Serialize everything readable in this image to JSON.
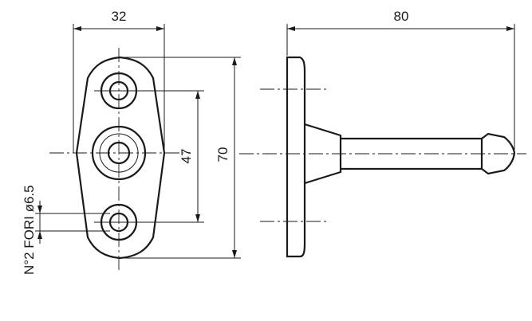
{
  "dimensions": {
    "width_top": "32",
    "length_side": "80",
    "hole_spacing": "47",
    "overall_height": "70"
  },
  "note": "N°2 FORI ø6.5",
  "colors": {
    "ink": "#1a1a1a",
    "paper": "#ffffff"
  }
}
